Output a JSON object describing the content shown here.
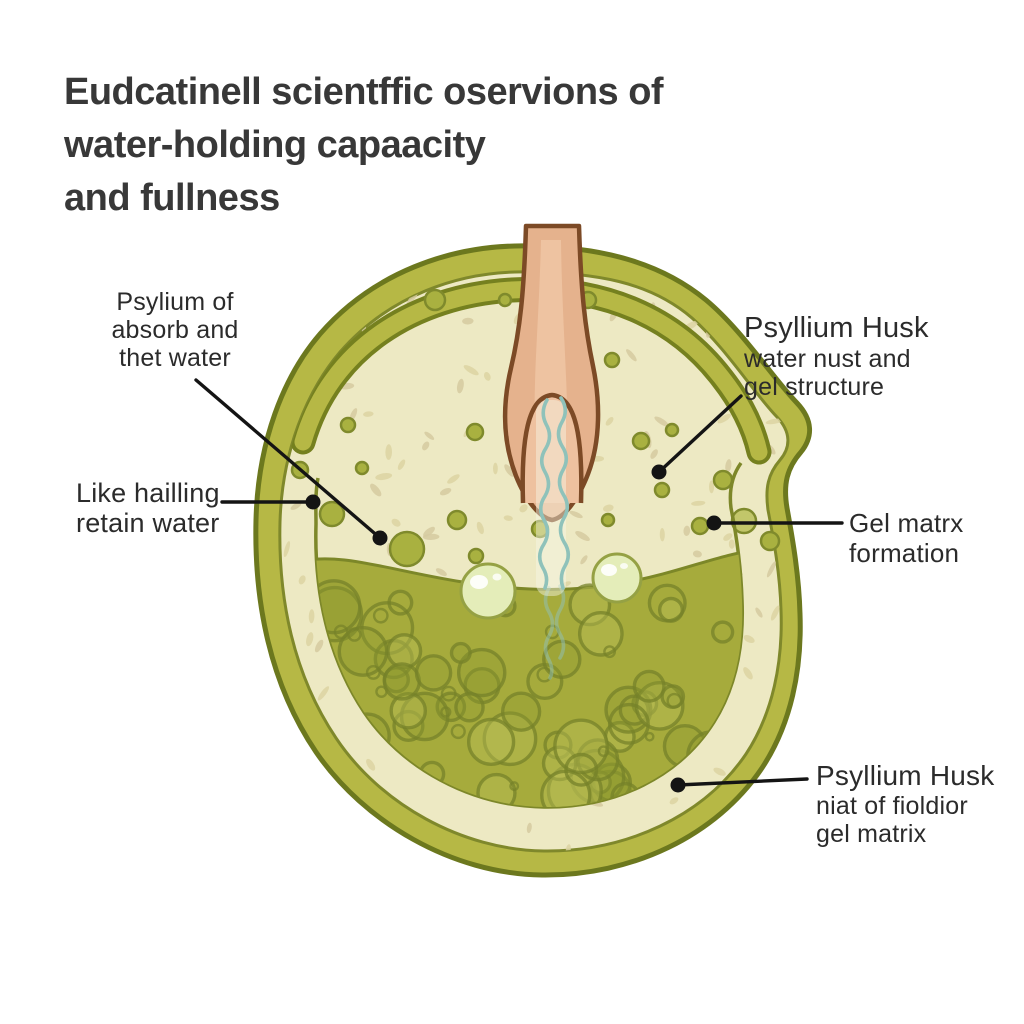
{
  "title": {
    "line1": "Eudcatinell scientffic oservions of",
    "line2": "water-holding capaacity",
    "line3": "and fullness"
  },
  "labels": {
    "psyllium_absorb": {
      "line1": "Psylium of",
      "line2": "absorb and",
      "line3": "thet water"
    },
    "like_hailling": {
      "line1": "Like hailling",
      "line2": "retain water"
    },
    "husk_structure": {
      "line1": "Psyllium Husk",
      "line2": "water nust and",
      "line3": "gel structure"
    },
    "gel_matrix_formation": {
      "line1": "Gel matrx",
      "line2": "formation"
    },
    "husk_gel_matrix": {
      "line1": "Psyllium Husk",
      "line2": "niat of fioldior",
      "line3": "gel matrix"
    }
  },
  "colors": {
    "background": "#ffffff",
    "title_text": "#383838",
    "label_text": "#2b2b2b",
    "leader_line": "#141414",
    "husk_ring": "#b6b845",
    "husk_outline": "#6c781e",
    "husk_inner_cream": "#ede9c3",
    "grain": "#dcd3a2",
    "gel_liquid": "#a6ab3c",
    "bubble_outline": "#76812a",
    "pale_bubble": "#e4edb9",
    "skin": "#e5b28d",
    "skin_outline": "#7c4a26",
    "water_stream": "#8fc2ba"
  }
}
